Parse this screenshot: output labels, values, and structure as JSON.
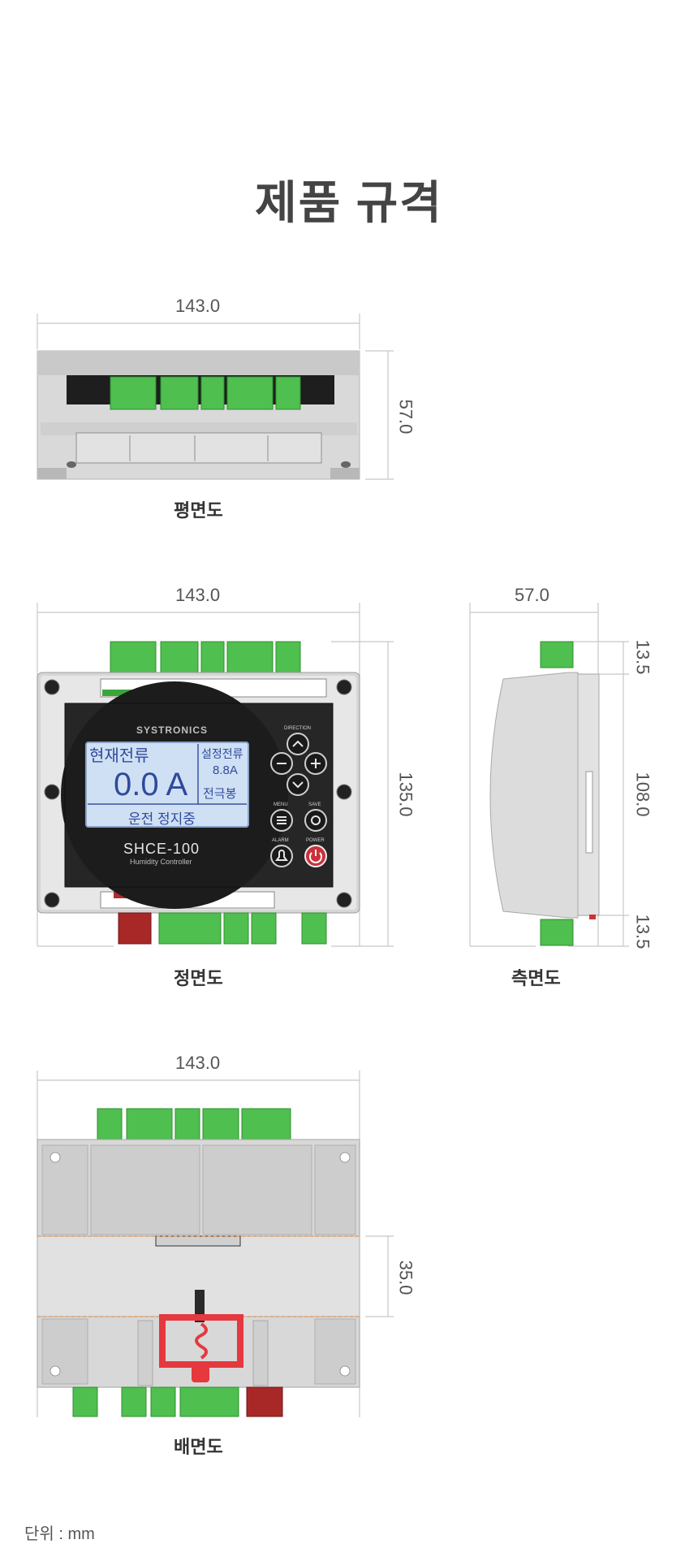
{
  "page": {
    "title": "제품 규격",
    "unit_note": "단위 : mm"
  },
  "views": {
    "top": {
      "caption": "평면도",
      "width": "143.0",
      "height": "57.0"
    },
    "front": {
      "caption": "정면도",
      "width": "143.0",
      "height": "135.0",
      "device": {
        "brand": "SYSTRONICS",
        "model": "SHCE-100",
        "subtitle": "Humidity Controller",
        "lcd_left_top": "현재전류",
        "lcd_value": "0.0 A",
        "lcd_right_top": "설정전류",
        "lcd_right_value": "8.8A",
        "lcd_right_bottom": "전극봉",
        "lcd_status": "운전 정지중",
        "btn_direction": "DIRECTION",
        "btn_menu": "MENU",
        "btn_save": "SAVE",
        "btn_alarm": "ALARM",
        "btn_power": "POWER"
      }
    },
    "side": {
      "caption": "측면도",
      "width": "57.0",
      "top": "13.5",
      "middle": "108.0",
      "bottom": "13.5"
    },
    "back": {
      "caption": "배면도",
      "width": "143.0",
      "height": "35.0"
    }
  }
}
